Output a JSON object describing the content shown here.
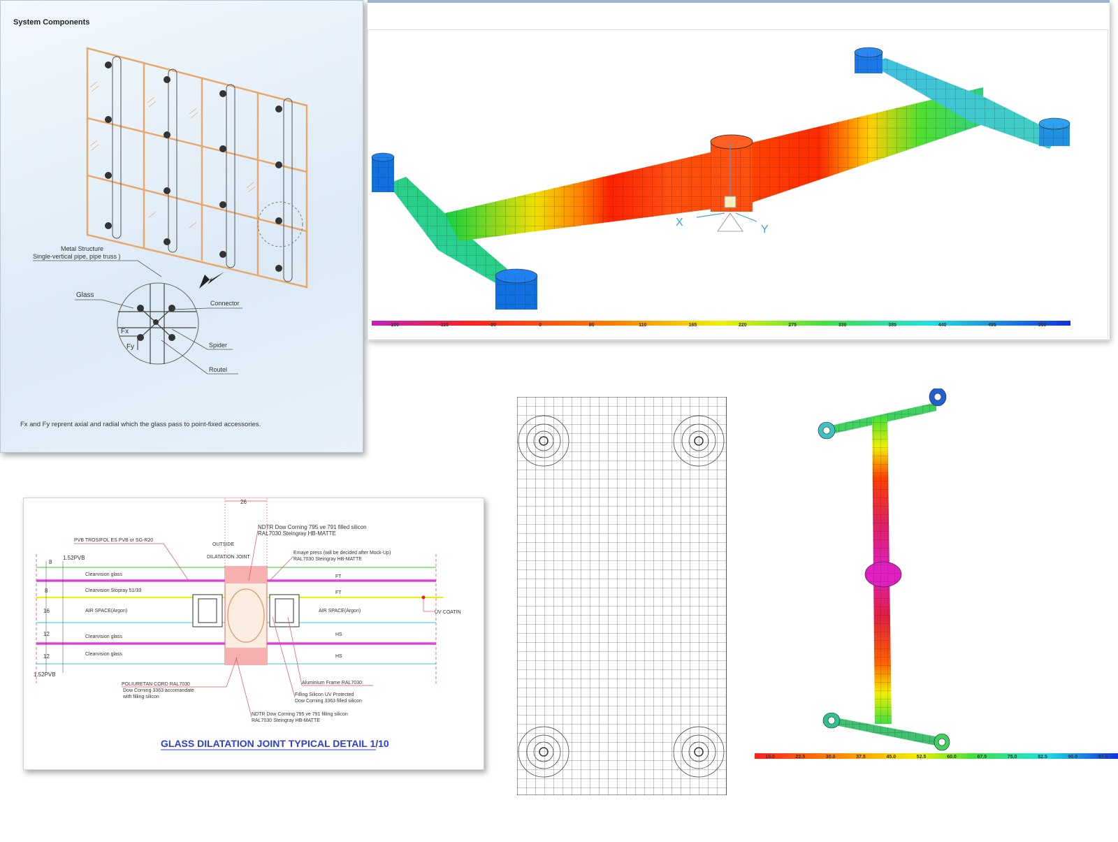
{
  "system_components": {
    "title": "System Components",
    "label_metal_structure_1": "Metal Structure",
    "label_metal_structure_2": "Single-vertical pipe, pipe truss )",
    "label_glass": "Glass",
    "label_connector": "Connector",
    "label_spider": "Spider",
    "label_routel": "Routel",
    "label_fx": "Fx",
    "label_fy": "Fy",
    "caption": "Fx and Fy reprent axial and radial which the glass pass to point-fixed accessories."
  },
  "fea_top": {
    "axis_x": "X",
    "axis_y": "Y",
    "legend_ticks": [
      "-100",
      "-110",
      "-80",
      "0",
      "80",
      "110",
      "165",
      "220",
      "275",
      "330",
      "385",
      "440",
      "495",
      "550"
    ]
  },
  "joint_detail": {
    "title": "GLASS DILATATION JOINT TYPICAL DETAIL 1/10",
    "dim_top": "26",
    "label_outside": "OUTSIDE",
    "label_dilatation_joint": "DILATATION JOINT",
    "label_pvb": "PVB TROSIFOL ES PVB or SG-R20",
    "label_ndtr_top_1": "NDTR Dow Corning 795 ve 791 filled silicon",
    "label_ndtr_top_2": "RAL7030 Steingray HB-MATTE",
    "label_emaye_1": "Emaye press (will be decided after Mock-Up)",
    "label_emaye_2": "RAL7030 Steingray HB-MATTE",
    "dim_8": "8",
    "dim_152pvb_top": "1.52PVB",
    "dim_8b": "8",
    "dim_16": "16",
    "dim_12a": "12",
    "dim_12b": "12",
    "dim_152pvb_bottom": "1.52PVB",
    "layer_1": "Clearvision glass",
    "layer_2": "Clearvision Stopray 51/33",
    "layer_3": "AIR SPACE(Argon)",
    "layer_4": "Clearvision glass",
    "layer_5": "Clearvision glass",
    "right_1": "FT",
    "right_2": "FT",
    "right_3": "AIR SPACE(Argon)",
    "right_4": "HS",
    "right_5": "HS",
    "label_uv_coating": "UV COATIN",
    "label_polyurethan_1": "POLIURETAN CORD RAL7030",
    "label_polyurethan_2": "Dow Corning 3363 accomandate",
    "label_polyurethan_3": "with filling silicon",
    "label_aluminium": "Aluminium Frame RAL7030",
    "label_filling_1": "Filling Silicon UV Protected",
    "label_filling_2": "Dow Corning 3363 filled silicon",
    "label_ndtr_bot_1": "NDTR Dow Corning 795 ve 791 filling silicon",
    "label_ndtr_bot_2": "RAL7030 Steingray HB-MATTE"
  },
  "fea_right": {
    "legend_ticks": [
      "15.0",
      "22.5",
      "30.0",
      "37.5",
      "45.0",
      "52.5",
      "60.0",
      "67.5",
      "75.0",
      "82.5",
      "90.0",
      "97.5"
    ]
  },
  "colors": {
    "frame_orange": "#e8a86a",
    "magenta_line": "#e040e0",
    "yellow_line": "#f0f000",
    "green_line": "#70e070",
    "cyan_line": "#70e0e0",
    "title_blue": "#2e3fd0",
    "fea_red": "#ff3000",
    "fea_blue": "#1060e0"
  }
}
